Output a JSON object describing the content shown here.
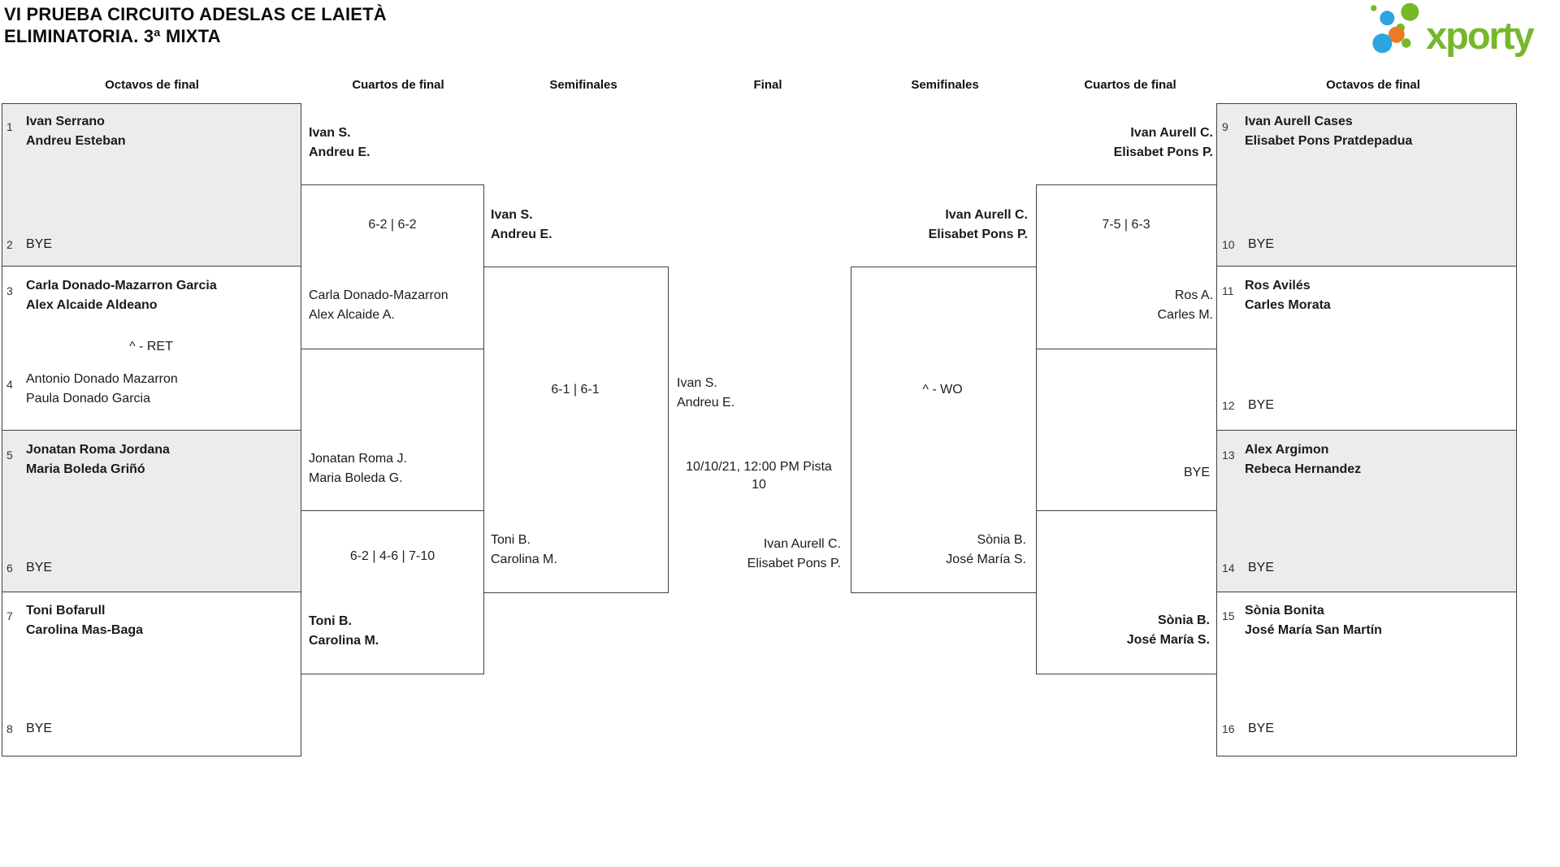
{
  "title": {
    "line1": "VI PRUEBA CIRCUITO ADESLAS CE LAIETÀ",
    "line2": "ELIMINATORIA. 3ª MIXTA"
  },
  "logo": {
    "text": "xporty",
    "green": "#76b82a",
    "blue": "#2aa6e0",
    "orange": "#e87c24"
  },
  "headers": {
    "octavos_left": "Octavos de final",
    "cuartos_left": "Cuartos de final",
    "semis_left": "Semifinales",
    "final": "Final",
    "semis_right": "Semifinales",
    "cuartos_right": "Cuartos de final",
    "octavos_right": "Octavos de final"
  },
  "round16_left": [
    {
      "seed_top": "1",
      "team_top": "Ivan Serrano\nAndreu Esteban",
      "score": "",
      "seed_bottom": "2",
      "team_bottom": "BYE"
    },
    {
      "seed_top": "3",
      "team_top": "Carla Donado-Mazarron Garcia\nAlex Alcaide Aldeano",
      "score": "^ - RET",
      "seed_bottom": "4",
      "team_bottom": "Antonio Donado Mazarron\nPaula Donado Garcia"
    },
    {
      "seed_top": "5",
      "team_top": "Jonatan Roma Jordana\nMaria Boleda Griñó",
      "score": "",
      "seed_bottom": "6",
      "team_bottom": "BYE"
    },
    {
      "seed_top": "7",
      "team_top": "Toni Bofarull\nCarolina Mas-Baga",
      "score": "",
      "seed_bottom": "8",
      "team_bottom": "BYE"
    }
  ],
  "round16_right": [
    {
      "seed_top": "9",
      "team_top": "Ivan Aurell Cases\nElisabet Pons Pratdepadua",
      "score": "",
      "seed_bottom": "10",
      "team_bottom": "BYE"
    },
    {
      "seed_top": "11",
      "team_top": "Ros Avilés\nCarles Morata",
      "score": "",
      "seed_bottom": "12",
      "team_bottom": "BYE"
    },
    {
      "seed_top": "13",
      "team_top": "Alex Argimon\nRebeca Hernandez",
      "score": "",
      "seed_bottom": "14",
      "team_bottom": "BYE"
    },
    {
      "seed_top": "15",
      "team_top": "Sònia Bonita\nJosé María San Martín",
      "score": "",
      "seed_bottom": "16",
      "team_bottom": "BYE"
    }
  ],
  "quarters_left": [
    {
      "team_top": "Ivan S.\nAndreu E.",
      "score": "6-2 | 6-2",
      "team_bottom": "Carla Donado-Mazarron\nAlex Alcaide A."
    },
    {
      "team_top": "Jonatan Roma J.\nMaria Boleda G.",
      "score": "6-2 | 4-6 | 7-10",
      "team_bottom": "Toni B.\nCarolina M."
    }
  ],
  "quarters_right": [
    {
      "team_top": "Ivan Aurell C.\nElisabet Pons P.",
      "score": "7-5 | 6-3",
      "team_bottom": "Ros A.\nCarles M."
    },
    {
      "team_top": "BYE",
      "score": "",
      "team_bottom": "Sònia B.\nJosé María S."
    }
  ],
  "semis_left": {
    "team_top": "Ivan S.\nAndreu E.",
    "score": "6-1 | 6-1",
    "team_bottom": "Toni B.\nCarolina M."
  },
  "semis_right": {
    "team_top": "Ivan Aurell C.\nElisabet Pons P.",
    "score": "^ - WO",
    "team_bottom": "Sònia B.\nJosé María S."
  },
  "final": {
    "team_top": "Ivan S.\nAndreu E.",
    "schedule": "10/10/21, 12:00 PM Pista 10",
    "team_bottom": "Ivan Aurell C.\nElisabet Pons P."
  }
}
